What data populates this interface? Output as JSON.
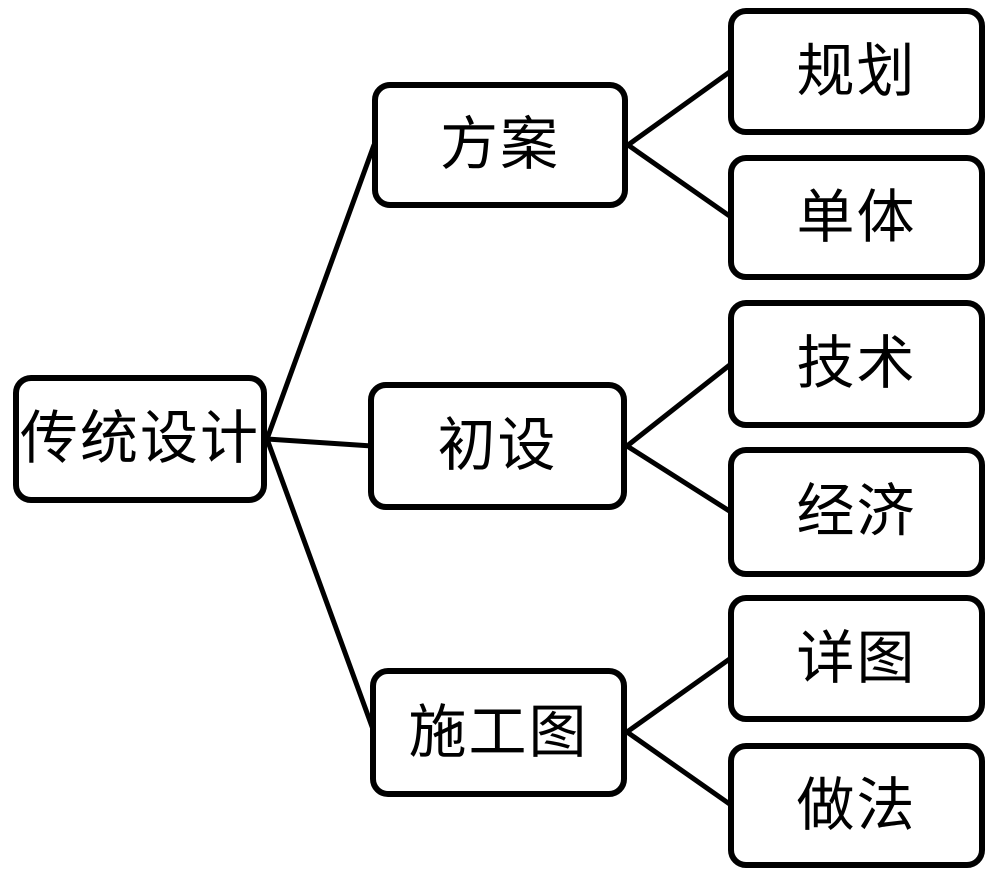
{
  "page": {
    "background": "#ffffff"
  },
  "diagram": {
    "type": "tree",
    "direction": "left-to-right",
    "colors": {
      "box_border": "#000000",
      "box_fill": "#ffffff",
      "line": "#000000",
      "text": "#000000"
    },
    "root": {
      "label": "传统设计"
    },
    "branches": [
      {
        "label": "方案",
        "children": [
          {
            "label": "规划"
          },
          {
            "label": "单体"
          }
        ]
      },
      {
        "label": "初设",
        "children": [
          {
            "label": "技术"
          },
          {
            "label": "经济"
          }
        ]
      },
      {
        "label": "施工图",
        "children": [
          {
            "label": "详图"
          },
          {
            "label": "做法"
          }
        ]
      }
    ]
  }
}
